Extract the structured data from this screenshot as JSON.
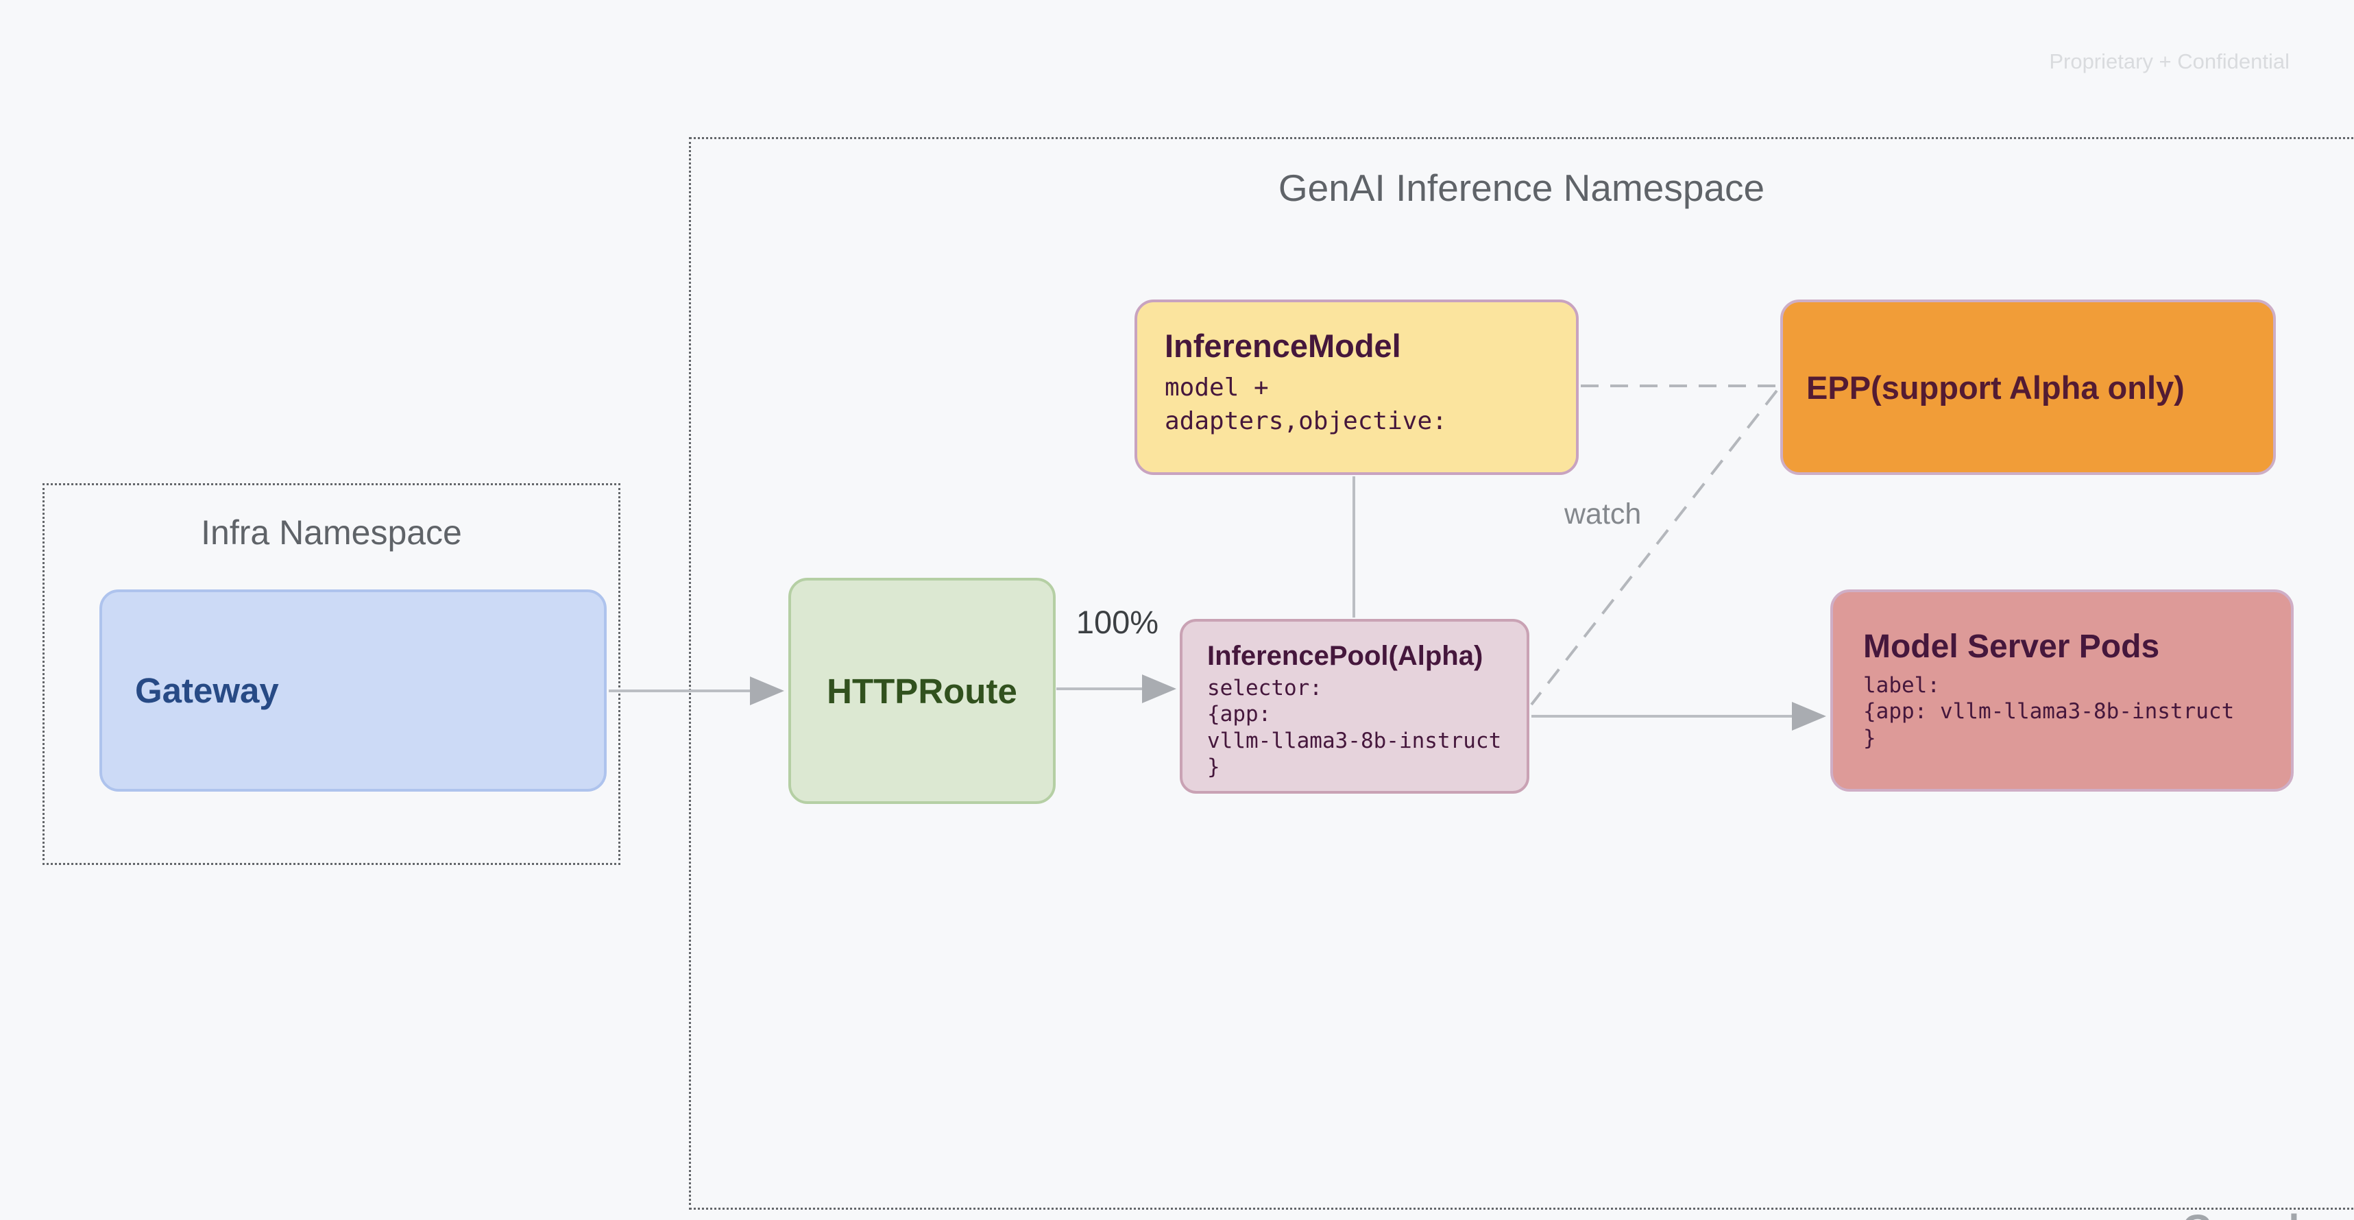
{
  "slide": {
    "confidential_label": "Proprietary + Confidential",
    "watermark": "Google"
  },
  "infra_namespace": {
    "title": "Infra Namespace",
    "gateway": {
      "label": "Gateway"
    }
  },
  "genai_namespace": {
    "title": "GenAI Inference Namespace",
    "httproute": {
      "label": "HTTPRoute"
    },
    "inference_model": {
      "title": "InferenceModel",
      "body": "model +\nadapters,objective:"
    },
    "epp": {
      "label": "EPP(support Alpha only)"
    },
    "inference_pool": {
      "title": "InferencePool(Alpha)",
      "body": "selector:\n{app:\nvllm-llama3-8b-instruct\n}"
    },
    "model_server_pods": {
      "title": "Model Server Pods",
      "body": "label:\n{app: vllm-llama3-8b-instruct\n}"
    }
  },
  "edges": {
    "httproute_to_pool_label": "100%",
    "watch_label": "watch"
  },
  "colors": {
    "background": "#F7F8FA",
    "namespace_border": "#63666A",
    "namespace_title": "#5F6368",
    "connector_solid": "#BBBEC3",
    "connector_dashed": "#B4B7BC",
    "arrowhead": "#A9ACB1",
    "gateway_fill": "#CCDAF6",
    "gateway_border": "#AEC3ED",
    "gateway_text": "#274A85",
    "httproute_fill": "#DCE8D2",
    "httproute_border": "#B5CFA4",
    "httproute_text": "#31511E",
    "inference_model_fill": "#FBE49E",
    "inference_model_border": "#C8A3C0",
    "epp_fill": "#F19D38",
    "epp_border": "#CDAEC6",
    "inference_pool_fill": "#E6D3DC",
    "inference_pool_border": "#C9A2B4",
    "model_server_pods_fill": "#DD9A98",
    "model_server_pods_border": "#CFAEC6",
    "node_dark_text": "#45173C",
    "confidential_text": "#D9DBDE"
  }
}
